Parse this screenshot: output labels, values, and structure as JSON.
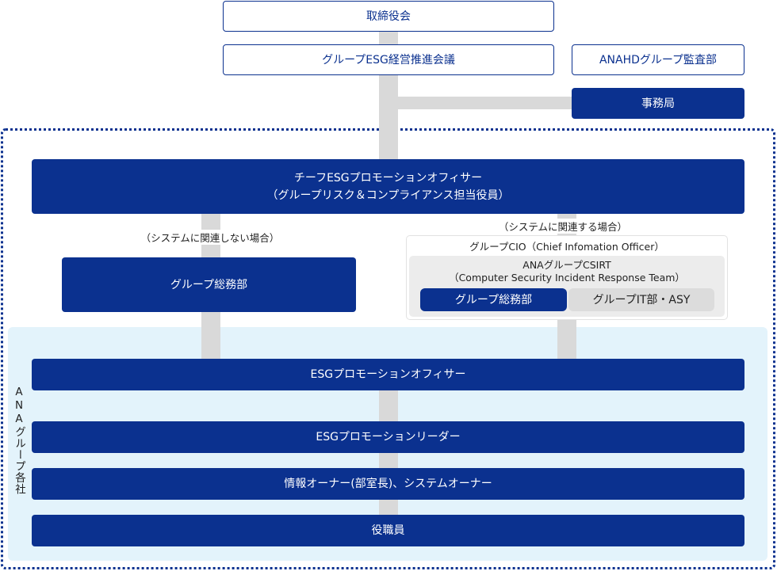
{
  "top": {
    "board": "取締役会",
    "esg_council": "グループESG経営推進会議",
    "audit": "ANAHDグループ監査部",
    "secretariat": "事務局"
  },
  "chief": {
    "line1": "チーフESGプロモーションオフィサー",
    "line2": "（グループリスク＆コンプライアンス担当役員）"
  },
  "left": {
    "condition": "（システムに関連しない場合）",
    "dept": "グループ総務部"
  },
  "right": {
    "condition": "（システムに関連する場合）",
    "cio": "グループCIO（Chief Infomation Officer）",
    "csirt_line1": "ANAグループCSIRT",
    "csirt_line2": "（Computer Security Incident Response Team）",
    "dept_general": "グループ総務部",
    "dept_it": "グループIT部・ASY"
  },
  "group": {
    "label": "ANAグループ各社",
    "levels": [
      "ESGプロモーションオフィサー",
      "ESGプロモーションリーダー",
      "情報オーナー(部室長)、システムオーナー",
      "役職員"
    ]
  },
  "colors": {
    "navy": "#0b318f",
    "light_blue": "#e3f3fb",
    "connector": "#d9d9d9"
  }
}
